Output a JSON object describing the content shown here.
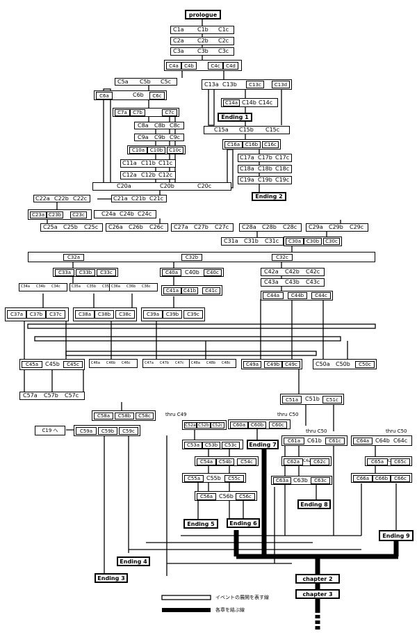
{
  "nodes": {
    "prologue": "prologue",
    "c1": [
      "C1a",
      "C1b",
      "C1c"
    ],
    "c2": [
      "C2a",
      "C2b",
      "C2c"
    ],
    "c3": [
      "C3a",
      "C3b",
      "C3c"
    ],
    "c4": [
      "C4a",
      "C4b",
      "C4c",
      "C4d"
    ],
    "c5": [
      "C5a",
      "C5b",
      "C5c"
    ],
    "c6": [
      "C6a",
      "C6b",
      "C6c"
    ],
    "c7": [
      "C7a",
      "C7b",
      "C7c"
    ],
    "c8": [
      "C8a",
      "C8b",
      "C8c"
    ],
    "c9": [
      "C9a",
      "C9b",
      "C9c"
    ],
    "c10": [
      "C10a",
      "C10b",
      "C10c"
    ],
    "c11": [
      "C11a",
      "C11b",
      "C11c"
    ],
    "c12": [
      "C12a",
      "C12b",
      "C12c"
    ],
    "c13": [
      "C13a",
      "C13b",
      "C13c",
      "C13d"
    ],
    "c14": [
      "C14a",
      "C14b",
      "C14c"
    ],
    "ending1": "Ending 1",
    "c15": [
      "C15a",
      "C15b",
      "C15c"
    ],
    "c16": [
      "C16a",
      "C16b",
      "C16c"
    ],
    "c17": [
      "C17a",
      "C17b",
      "C17c"
    ],
    "c18": [
      "C18a",
      "C18b",
      "C18c"
    ],
    "c19": [
      "C19a",
      "C19b",
      "C19c"
    ],
    "ending2": "Ending 2",
    "c20": [
      "C20a",
      "C20b",
      "C20c"
    ],
    "c21": [
      "C21a",
      "C21b",
      "C21c"
    ],
    "c22": [
      "C22a",
      "C22b",
      "C22c"
    ],
    "c23": [
      "C23a",
      "C23b",
      "C23c"
    ],
    "c24": [
      "C24a",
      "C24b",
      "C24c"
    ],
    "c25": [
      "C25a",
      "C25b",
      "C25c"
    ],
    "c26": [
      "C26a",
      "C26b",
      "C26c"
    ],
    "c27": [
      "C27a",
      "C27b",
      "C27c"
    ],
    "c28": [
      "C28a",
      "C28b",
      "C28c"
    ],
    "c29": [
      "C29a",
      "C29b",
      "C29c"
    ],
    "c31": [
      "C31a",
      "C31b",
      "C31c"
    ],
    "c30": [
      "C30a",
      "C30b",
      "C30c"
    ],
    "c32": [
      "C32a",
      "C32b",
      "C32c"
    ],
    "c33": [
      "C33a",
      "C33b",
      "C33c"
    ],
    "c34": [
      "C34a",
      "C34b",
      "C34c"
    ],
    "c35": [
      "C35a",
      "C35b",
      "C35c"
    ],
    "c36": [
      "C36a",
      "C36b",
      "C36c"
    ],
    "c37": [
      "C37a",
      "C37b",
      "C37c"
    ],
    "c38": [
      "C38a",
      "C38b",
      "C38c"
    ],
    "c39": [
      "C39a",
      "C39b",
      "C39c"
    ],
    "c40": [
      "C40a",
      "C40b",
      "C40c"
    ],
    "c41": [
      "C41a",
      "C41b",
      "C41c"
    ],
    "c42": [
      "C42a",
      "C42b",
      "C42c"
    ],
    "c43": [
      "C43a",
      "C43b",
      "C43c"
    ],
    "c44": [
      "C44a",
      "C44b",
      "C44c"
    ],
    "c45": [
      "C45a",
      "C45b",
      "C45c"
    ],
    "c46": [
      "C46a",
      "C46b",
      "C46c"
    ],
    "c47": [
      "C47a",
      "C47b",
      "C47c"
    ],
    "c48": [
      "C48a",
      "C48b",
      "C48c"
    ],
    "c49": [
      "C49a",
      "C49b",
      "C49c"
    ],
    "c50": [
      "C50a",
      "C50b",
      "C50c"
    ],
    "c51": [
      "C51a",
      "C51b",
      "C51c"
    ],
    "c52": [
      "C52a",
      "C52b",
      "C52c"
    ],
    "c53": [
      "C53a",
      "C53b",
      "C53c"
    ],
    "c54": [
      "C54a",
      "C54b",
      "C54c"
    ],
    "c55": [
      "C55a",
      "C55b",
      "C55c"
    ],
    "c56": [
      "C56a",
      "C56b",
      "C56c"
    ],
    "c57": [
      "C57a",
      "C57b",
      "C57c"
    ],
    "c58": [
      "C58a",
      "C58b",
      "C58c"
    ],
    "c59": [
      "C59a",
      "C59b",
      "C59c"
    ],
    "c60": [
      "C60a",
      "C60b",
      "C60c"
    ],
    "c61": [
      "C61a",
      "C61b",
      "C61c"
    ],
    "c62": [
      "C62a",
      "C62b",
      "C62c"
    ],
    "c63": [
      "C63a",
      "C63b",
      "C63c"
    ],
    "c64": [
      "C64a",
      "C64b",
      "C64c"
    ],
    "c65": [
      "C65a",
      "C65b",
      "C65c"
    ],
    "c66": [
      "C66a",
      "C66b",
      "C66c"
    ],
    "ending3": "Ending 3",
    "ending4": "Ending 4",
    "ending5": "Ending 5",
    "ending6": "Ending 6",
    "ending7": "Ending 7",
    "ending8": "Ending 8",
    "ending9": "Ending 9",
    "chapter2": "chapter 2",
    "chapter3": "chapter 3"
  },
  "annotations": {
    "c19_ref": "C19 へ",
    "thru_c49": "thru C49",
    "thru_c50": "thru C50",
    "thru_c50b": "thru C50",
    "thru_c50c": "thru C50"
  },
  "legend": {
    "event_line": "イベントの展開を表す線",
    "chapter_line": "各章を結ぶ線"
  }
}
